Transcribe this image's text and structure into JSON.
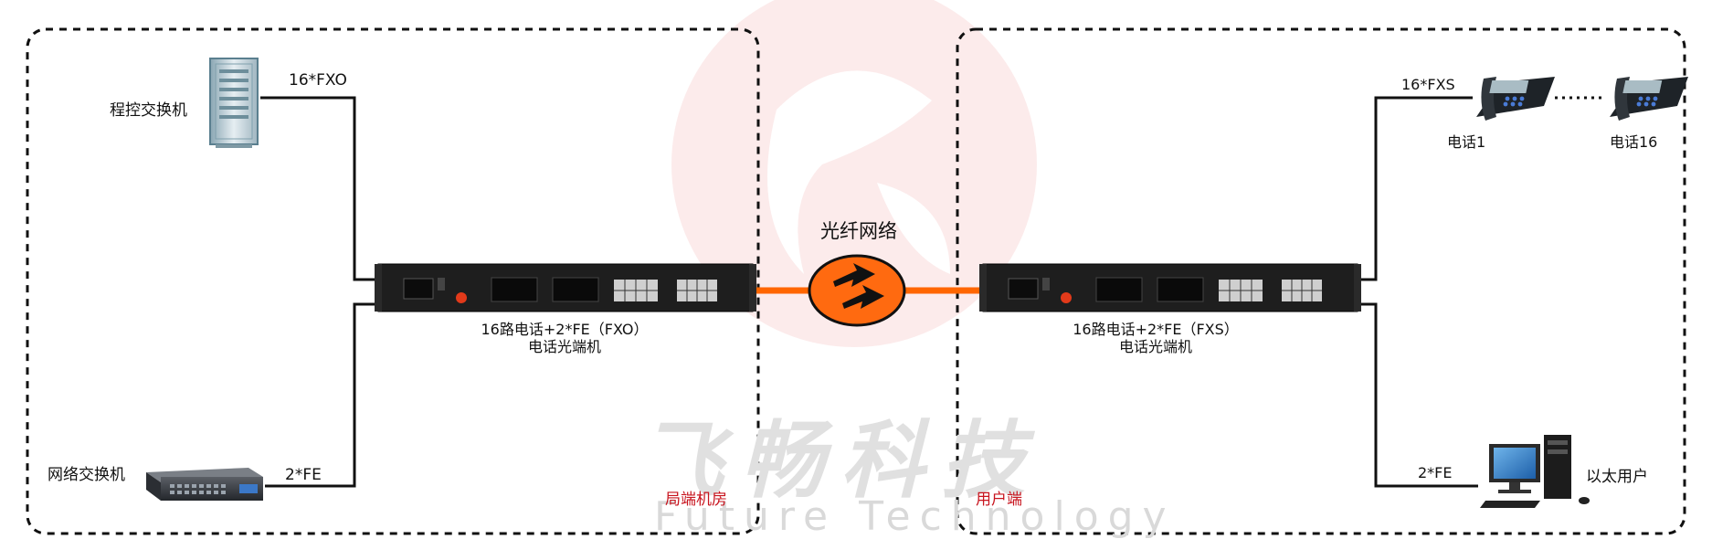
{
  "watermark": {
    "cn": "飞畅科技",
    "en": "Future Technology"
  },
  "network": {
    "label": "光纤网络"
  },
  "left_site": {
    "zone_label": "局端机房",
    "pbx": {
      "label": "程控交换机",
      "port": "16*FXO"
    },
    "switch": {
      "label": "网络交换机",
      "port": "2*FE"
    },
    "device": {
      "line1": "16路电话+2*FE（FXO）",
      "line2": "电话光端机"
    }
  },
  "right_site": {
    "zone_label": "用户端",
    "phones": {
      "port": "16*FXS",
      "first": "电话1",
      "last": "电话16"
    },
    "pc": {
      "label": "以太用户",
      "port": "2*FE"
    },
    "device": {
      "line1": "16路电话+2*FE（FXS）",
      "line2": "电话光端机"
    }
  },
  "colors": {
    "fiber": "#ff6600",
    "zone_label": "#c8141e",
    "device_body": "#1e1e1e",
    "cloud_fill": "#ff6a10"
  }
}
